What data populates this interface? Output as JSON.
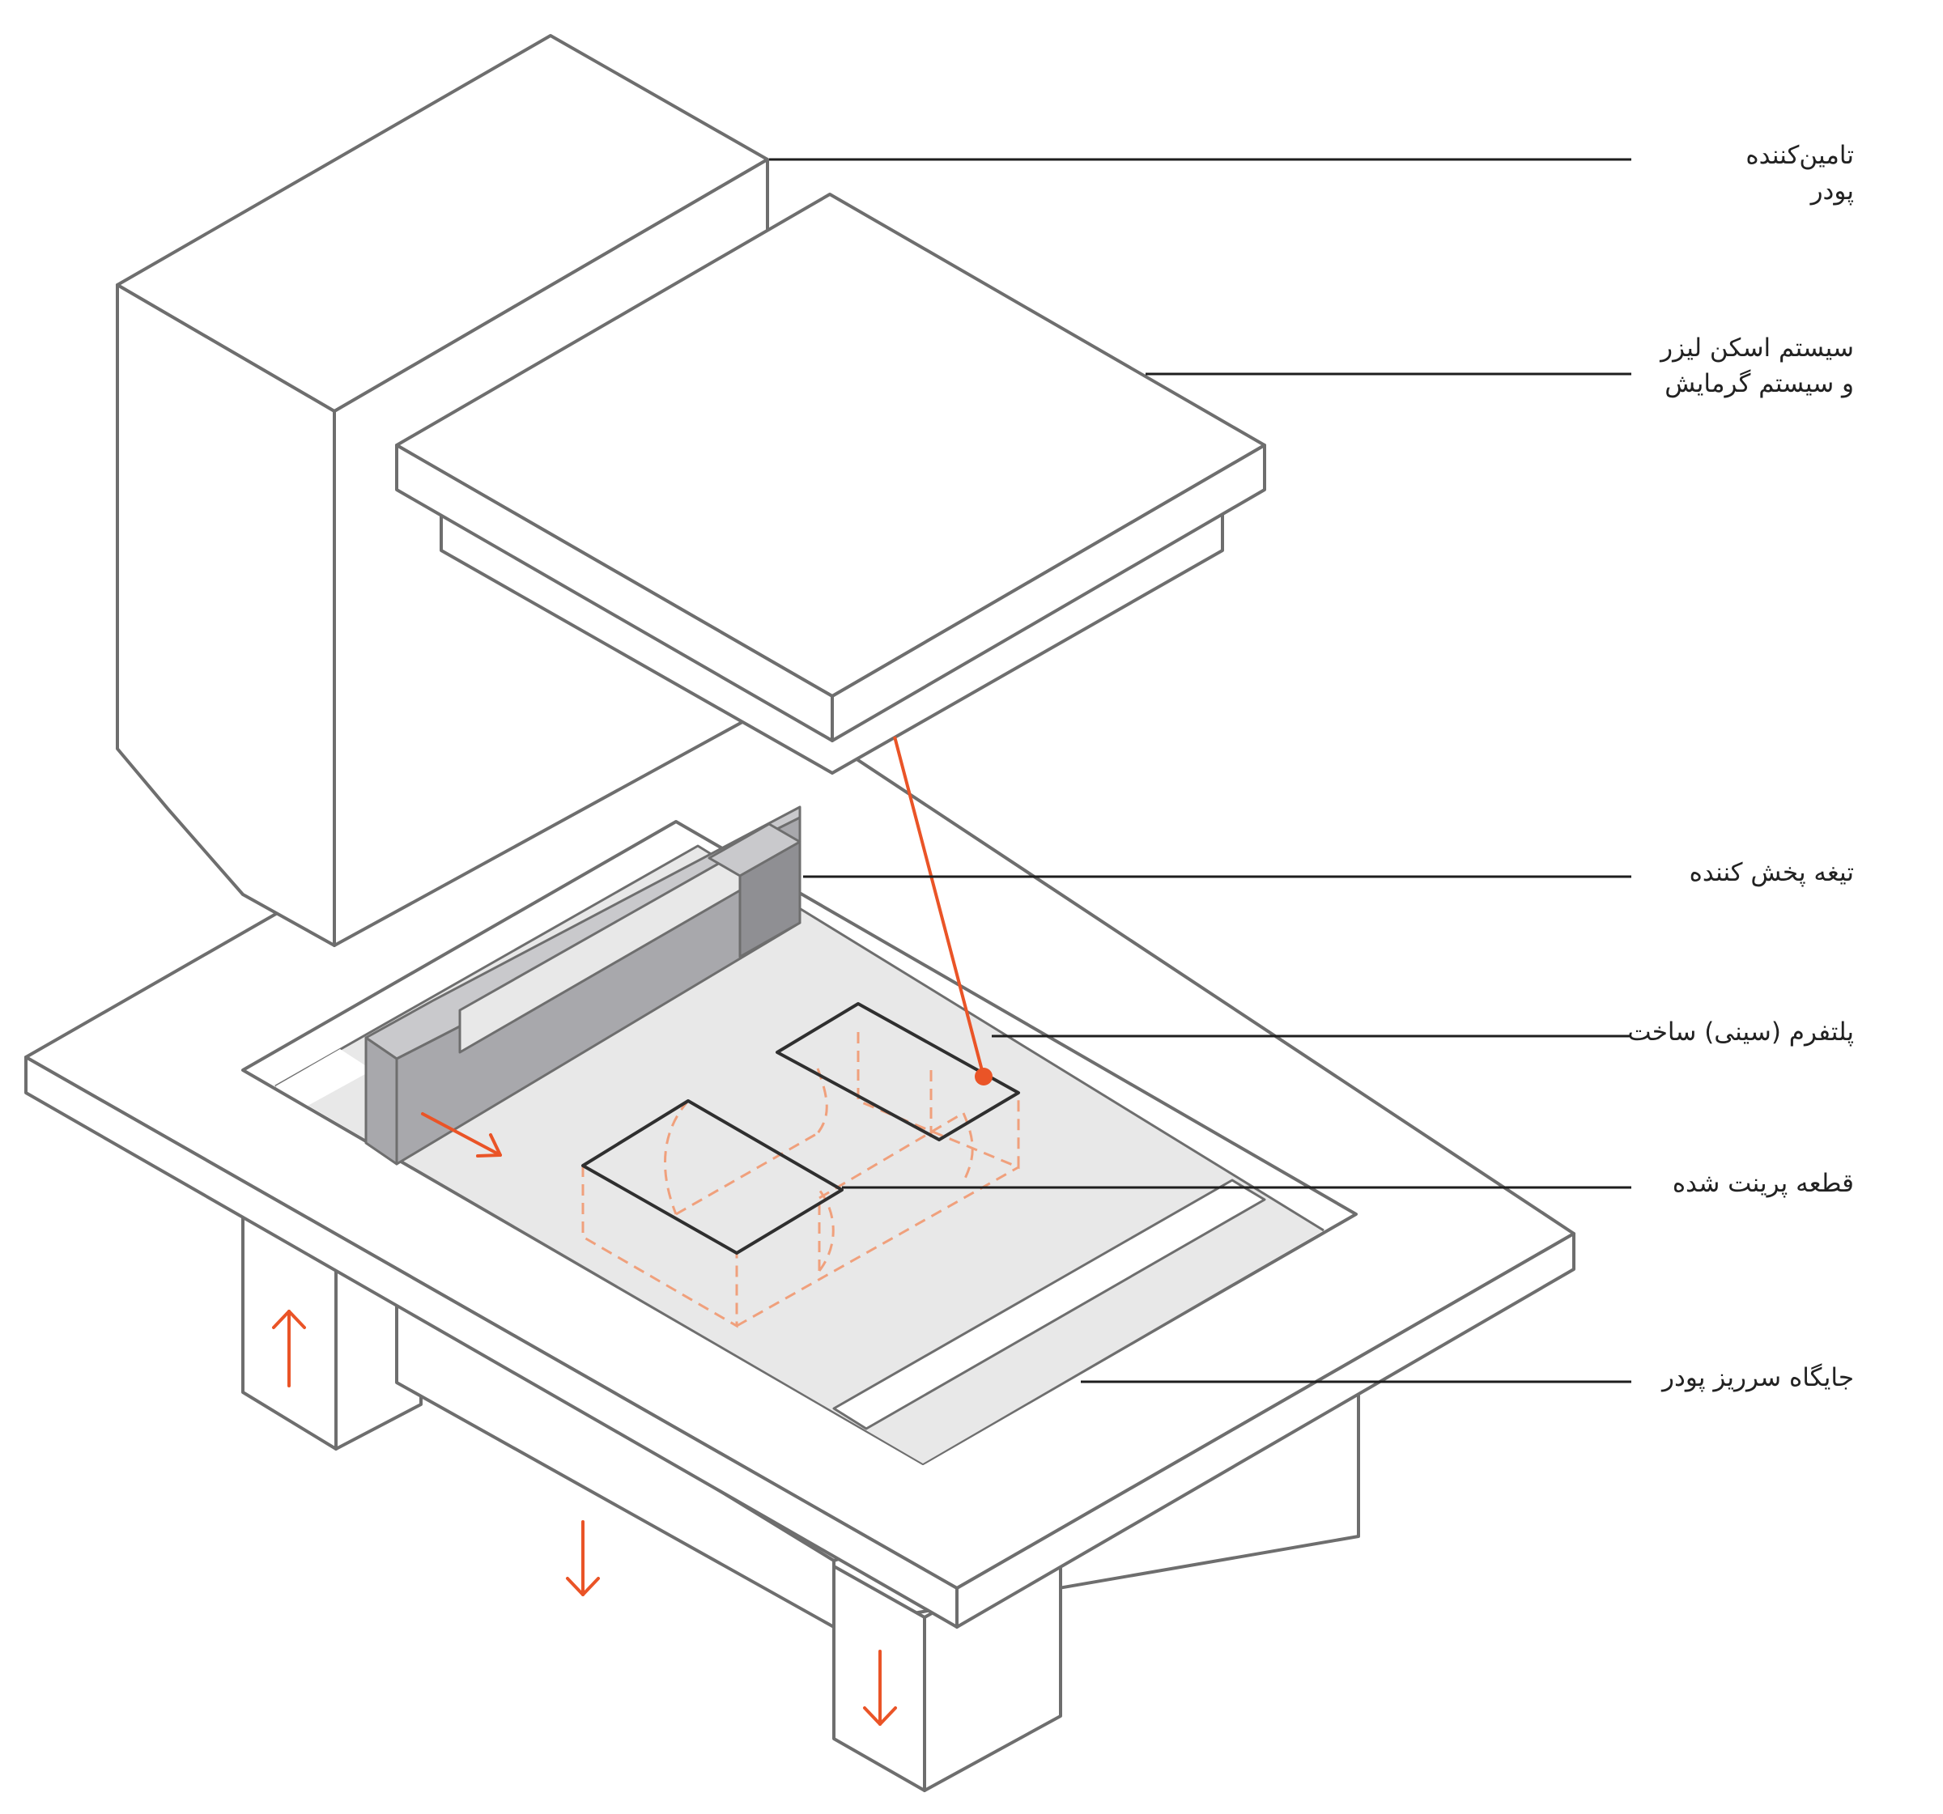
{
  "labels": {
    "powder_supplier": {
      "line1": "تامین‌کننده",
      "line2": "پودر"
    },
    "laser_system": {
      "line1": "سیستم اسکن لیزر",
      "line2": "و سیستم گرمایش"
    },
    "spreader_blade": "تیغه پخش کننده",
    "build_platform": "پلتفرم (سینی) ساخت",
    "printed_part": "قطعه پرینت شده",
    "overflow_bin": "جایگاه سرریز پودر"
  },
  "icons": {
    "motion_arrows": "arrow-icon",
    "laser_point": "laser-dot-icon"
  },
  "colors": {
    "outline": "#6e6e6e",
    "leader": "#1e1e1e",
    "accent": "#ea5427",
    "part_dashed": "#f0a07c",
    "powder": "#e8e8e8",
    "blade": "#a8a8ac",
    "blade_dark": "#8f8f93",
    "part_outline": "#2f2f2f"
  }
}
